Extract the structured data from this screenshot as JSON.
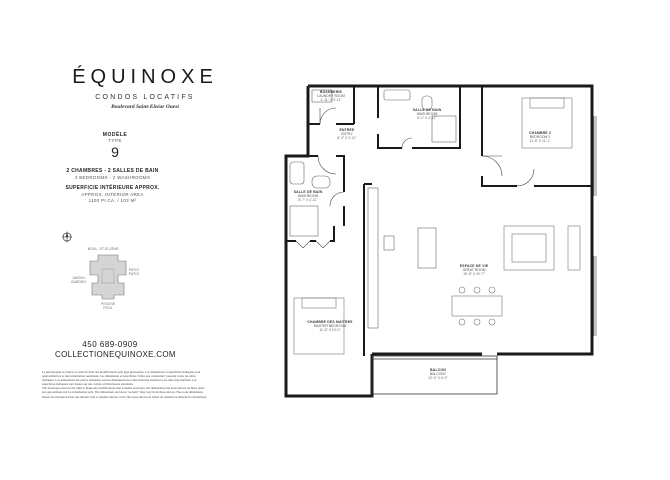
{
  "brand": {
    "logo": "ÉQUINOXE",
    "subtitle": "CONDOS LOCATIFS",
    "address": "Boulevard Saint-Elzéar Ouest"
  },
  "model": {
    "label_fr": "MODÈLE",
    "label_en": "TYPE",
    "number": "9"
  },
  "specs": {
    "rooms_fr": "2 CHAMBRES - 2 SALLES DE BAIN",
    "rooms_en": "2 BEDROOMS - 2 WASHROOMS",
    "area_fr": "SUPERFICIE INTÉRIEURE APPROX.",
    "area_en": "APPROX. INTERIOR AREA",
    "area_value": "1100 PI.CA. / 103 M²"
  },
  "keyplan": {
    "top_label": "BOUL. ST-ELZÉAR",
    "bottom_label": "PISCINE\nPOOL",
    "left_label": "JARDIN\nGARDEN",
    "right_label": "PATIO\nPATIO"
  },
  "contact": {
    "phone": "450 689-0909",
    "website": "COLLECTIONEQUINOXE.COM"
  },
  "disclaimer": {
    "paragraph_fr": "Le développeur se réserve le droit de faire des modifications qu'il juge nécessaires. Les dimensions et superficies indiquées sont approximatives et leur information seulement. Les dimensions et superficies \"telles que construites\" peuvent varier de celles indiquées. Les dimensions des pièces indiquées sont les dimensions des côtés d'un mur intérieur à un autre mur intérieur. Les superficies indiquées sont basées sur des calculs architecturaux standards.",
    "paragraph_en": "The developer reserves the right to make any modifications that it deems necessary. All dimensions and areas shown on these plans are approximate and for information only. The dimensions and areas \"as-built\" may vary from those shown. The room dimensions shown are measured from one interior wall to another interior wall. The areas shown are based on standard architectural calculations."
  },
  "rooms": {
    "laundry": {
      "title": "BUANDERIE",
      "english": "LAUNDRY ROOM",
      "dims": "4'-11\" X 3'-11\""
    },
    "bath2": {
      "title": "SALLE DE BAIN",
      "english": "WASHROOM",
      "dims": "8'-1\" X 4'-11\""
    },
    "entry": {
      "title": "ENTRÉE",
      "english": "ENTRY",
      "dims": "8'-3\" X 3'-11\""
    },
    "bedroom2": {
      "title": "CHAMBRE 2",
      "english": "BEDROOM 2",
      "dims": "11'-5\" X 11'-1\""
    },
    "bath1": {
      "title": "SALLE DE BAIN",
      "english": "WASHROOM",
      "dims": "8'-7\" X 4'-11\""
    },
    "great": {
      "title": "ESPACE DE VIE",
      "english": "GREAT ROOM",
      "dims": "19'-8\" X 20'-7\""
    },
    "master": {
      "title": "CHAMBRE DES MAÎTRES",
      "english": "MASTER BEDROOM",
      "dims": "11'-5\" X 10'-0\""
    },
    "balcony": {
      "title": "BALCON",
      "english": "BALCONY",
      "dims": "12'-0\" X 6'-0\""
    }
  }
}
